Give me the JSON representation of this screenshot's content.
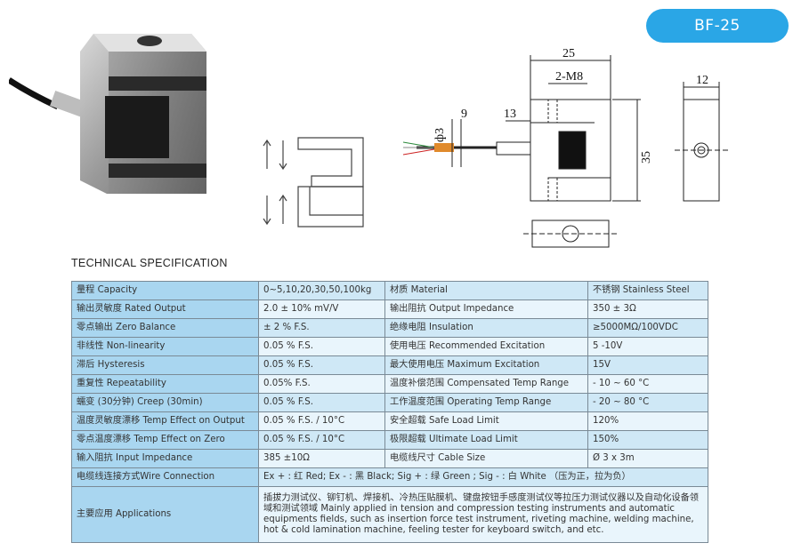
{
  "badge": "BF-25",
  "drawing": {
    "dims": {
      "width_top": "25",
      "thread": "2-M8",
      "height": "35",
      "side_width": "12",
      "cable_dia": "ф3",
      "d9": "9",
      "d13": "13"
    }
  },
  "spec_title": "TECHNICAL SPECIFICATION",
  "rows": [
    {
      "k1": "量程 Capacity",
      "v1": "0~5,10,20,30,50,100kg",
      "k2": "材质 Material",
      "v2": "不锈钢 Stainless Steel"
    },
    {
      "k1": "输出灵敏度 Rated Output",
      "v1": "2.0 ± 10% mV/V",
      "k2": "输出阻抗  Output Impedance",
      "v2": "350 ± 3Ω"
    },
    {
      "k1": "零点输出  Zero Balance",
      "v1": "± 2 % F.S.",
      "k2": "绝缘电阻  Insulation",
      "v2": "≥5000MΩ/100VDC"
    },
    {
      "k1": "非线性 Non-linearity",
      "v1": "0.05 % F.S.",
      "k2": "使用电压 Recommended Excitation",
      "v2": "5 -10V"
    },
    {
      "k1": "滞后 Hysteresis",
      "v1": "0.05 % F.S.",
      "k2": "最大使用电压 Maximum Excitation",
      "v2": "15V"
    },
    {
      "k1": "重复性 Repeatability",
      "v1": "0.05% F.S.",
      "k2": "温度补偿范围 Compensated Temp Range",
      "v2": "- 10 ~ 60 °C"
    },
    {
      "k1": "蠕变  (30分钟) Creep (30min)",
      "v1": "0.05 % F.S.",
      "k2": "工作温度范围 Operating Temp  Range",
      "v2": "- 20 ~ 80 °C"
    },
    {
      "k1": "温度灵敏度漂移 Temp Effect on Output",
      "v1": "0.05 % F.S. / 10°C",
      "k2": "安全超载 Safe Load Limit",
      "v2": "120%"
    },
    {
      "k1": "零点温度漂移 Temp Effect on Zero",
      "v1": "0.05 % F.S. / 10°C",
      "k2": "极限超载 Ultimate Load Limit",
      "v2": "150%"
    },
    {
      "k1": "输入阻抗 Input Impedance",
      "v1": "385 ±10Ω",
      "k2": "电缆线尺寸 Cable Size",
      "v2": "Ø 3 x 3m"
    }
  ],
  "wire": {
    "label": "电缆线连接方式Wire Connection",
    "value": "Ex + : 红 Red;  Ex - : 黑 Black; Sig + : 绿 Green ; Sig - : 白 White  （压为正，拉为负）"
  },
  "applications": {
    "label": "主要应用 Applications",
    "value": "插拔力测试仪、铆钉机、焊接机、冷热压贴膜机、键盘按钮手感度测试仪等拉压力测试仪器以及自动化设备领域和测试领域 Mainly applied in tension and compression testing instruments and automatic equipments fields, such as insertion force test instrument, riveting machine, welding machine, hot & cold lamination machine, feeling tester for keyboard switch, and etc."
  }
}
